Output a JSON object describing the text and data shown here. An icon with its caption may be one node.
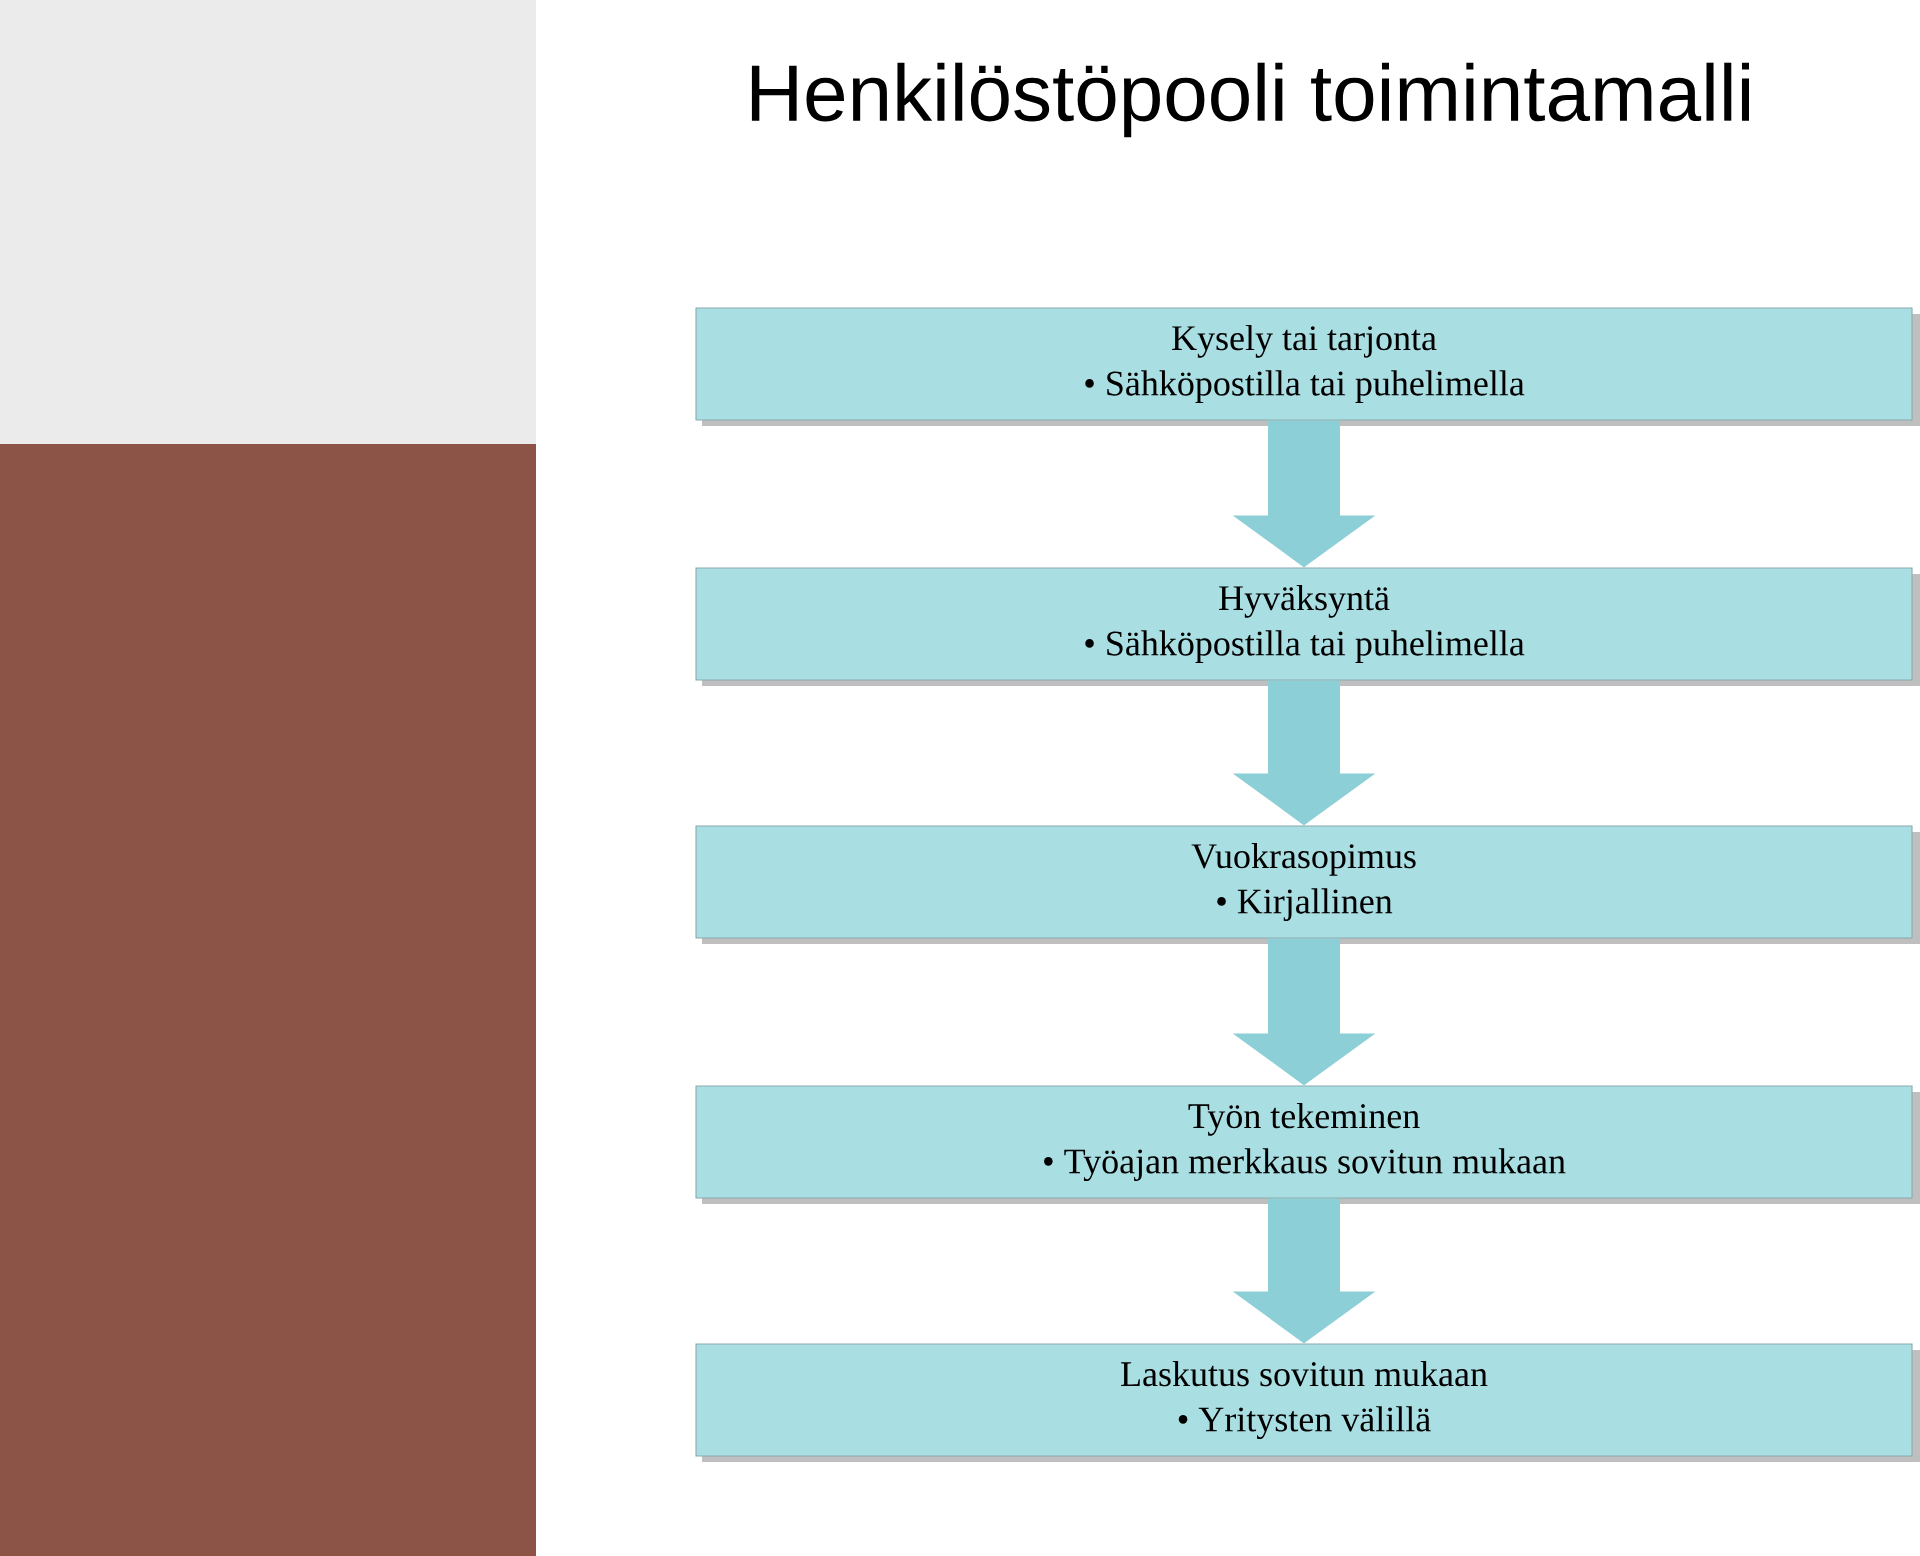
{
  "diagram": {
    "title": "Henkilöstöpooli toimintamalli",
    "nodes": [
      {
        "text": [
          "Kysely tai tarjonta",
          "• Sähköpostilla tai puhelimella"
        ]
      },
      {
        "text": [
          "Hyväksyntä",
          "• Sähköpostilla tai puhelimella"
        ]
      },
      {
        "text": [
          "Vuokrasopimus",
          "• Kirjallinen"
        ]
      },
      {
        "text": [
          "Työn tekeminen",
          "• Työajan merkkaus sovitun mukaan"
        ]
      },
      {
        "text": [
          "Laskutus sovitun mukaan",
          "• Yritysten välillä"
        ]
      }
    ],
    "edges": [
      {
        "from": 0,
        "to": 1,
        "arrow": "to"
      },
      {
        "from": 1,
        "to": 2,
        "arrow": "to"
      },
      {
        "from": 2,
        "to": 3,
        "arrow": "to"
      },
      {
        "from": 3,
        "to": 4,
        "arrow": "to"
      }
    ]
  }
}
